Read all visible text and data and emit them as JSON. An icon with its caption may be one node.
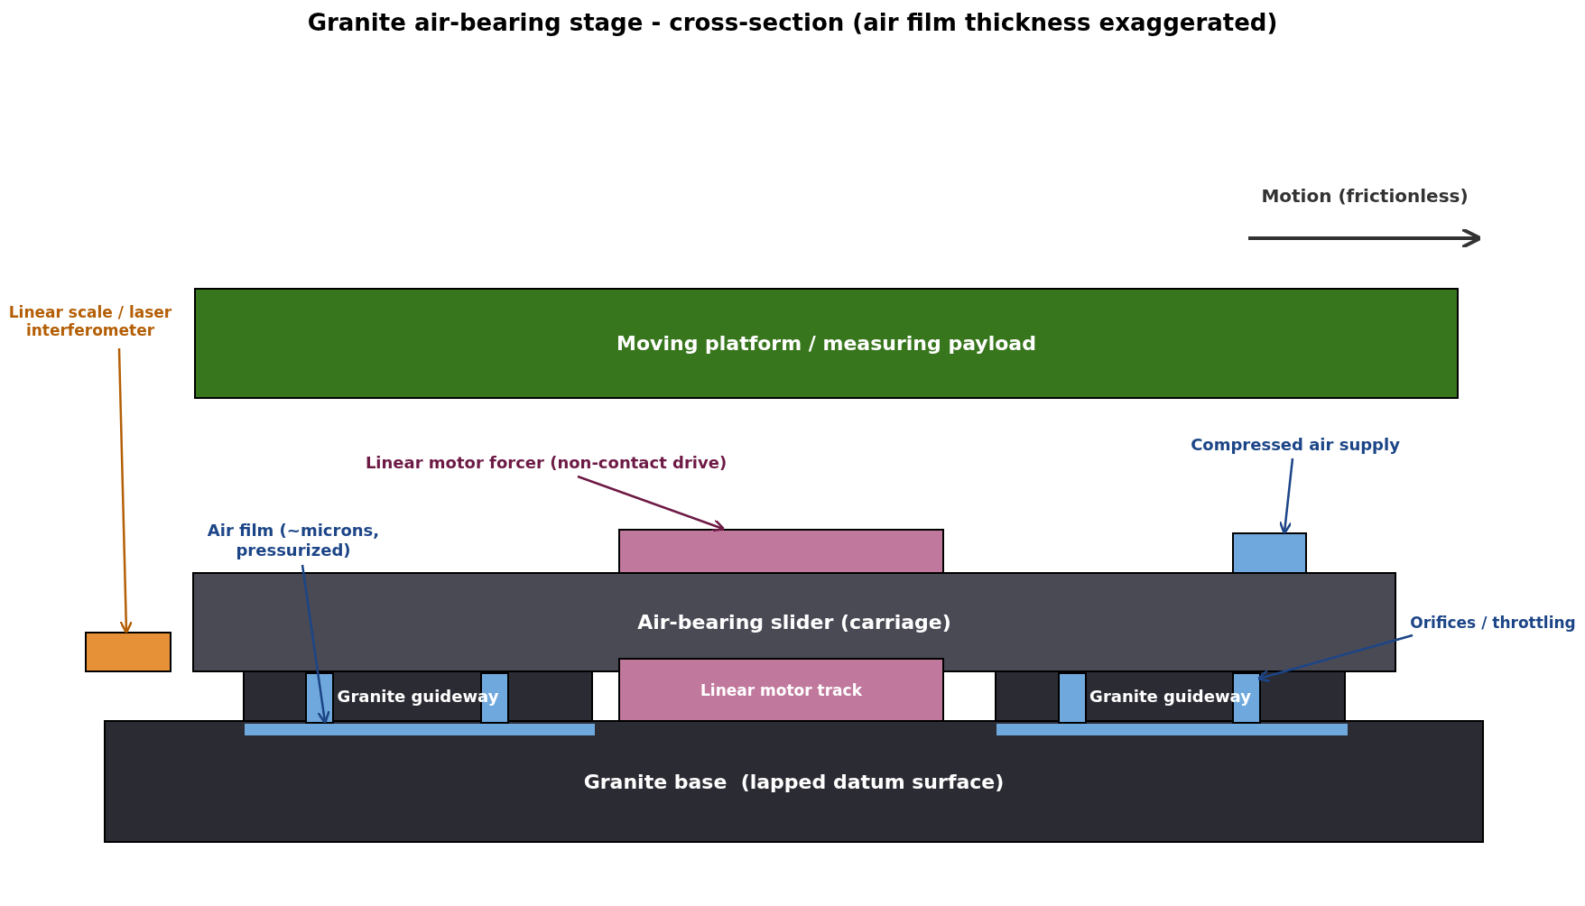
{
  "diagram": {
    "title": "Granite air-bearing stage - cross-section (air film thickness exaggerated)",
    "nodes": [
      {
        "text": [
          "Linear scale / laser interferometer"
        ]
      },
      {
        "text": [
          "Moving platform / measuring payload"
        ]
      },
      {
        "text": [
          "Linear motor forcer (non-contact drive)"
        ]
      },
      {
        "text": [
          "Compressed air supply"
        ]
      },
      {
        "text": [
          "Air film (~microns, pressurized)"
        ]
      },
      {
        "text": [],
        "shape": "box"
      },
      {
        "text": [],
        "shape": "box"
      },
      {
        "text": [
          "Air-bearing slider (carriage)"
        ]
      },
      {
        "text": [
          "Orifices / throttling"
        ]
      },
      {
        "text": [],
        "shape": "box"
      },
      {
        "text": [
          "Granite guideway"
        ]
      },
      {
        "text": [],
        "shape": "box",
        "in": 10
      },
      {
        "text": [],
        "shape": "box",
        "in": 10
      },
      {
        "text": [
          "Linear motor track"
        ]
      },
      {
        "text": [
          "Granite guideway"
        ]
      },
      {
        "text": [],
        "shape": "box",
        "in": 14
      },
      {
        "text": [],
        "shape": "box",
        "in": 14
      },
      {
        "text": [
          "Granite base  (lapped datum surface)"
        ]
      },
      {
        "text": [],
        "shape": "bar",
        "in": 17
      },
      {
        "text": [],
        "shape": "bar",
        "in": 17
      }
    ],
    "edges": [
      {
        "from": 0,
        "to": 9,
        "arrow": "to",
        "color": "#b45f06"
      },
      {
        "from": 2,
        "to": 5,
        "arrow": "to",
        "color": "#6d1a45"
      },
      {
        "from": 3,
        "to": 6,
        "arrow": "to"
      },
      {
        "from": 4,
        "to": 18,
        "arrow": "to"
      },
      {
        "from": 8,
        "to": 16,
        "arrow": "to"
      }
    ],
    "labels": [
      "Motion (frictionless)"
    ]
  }
}
